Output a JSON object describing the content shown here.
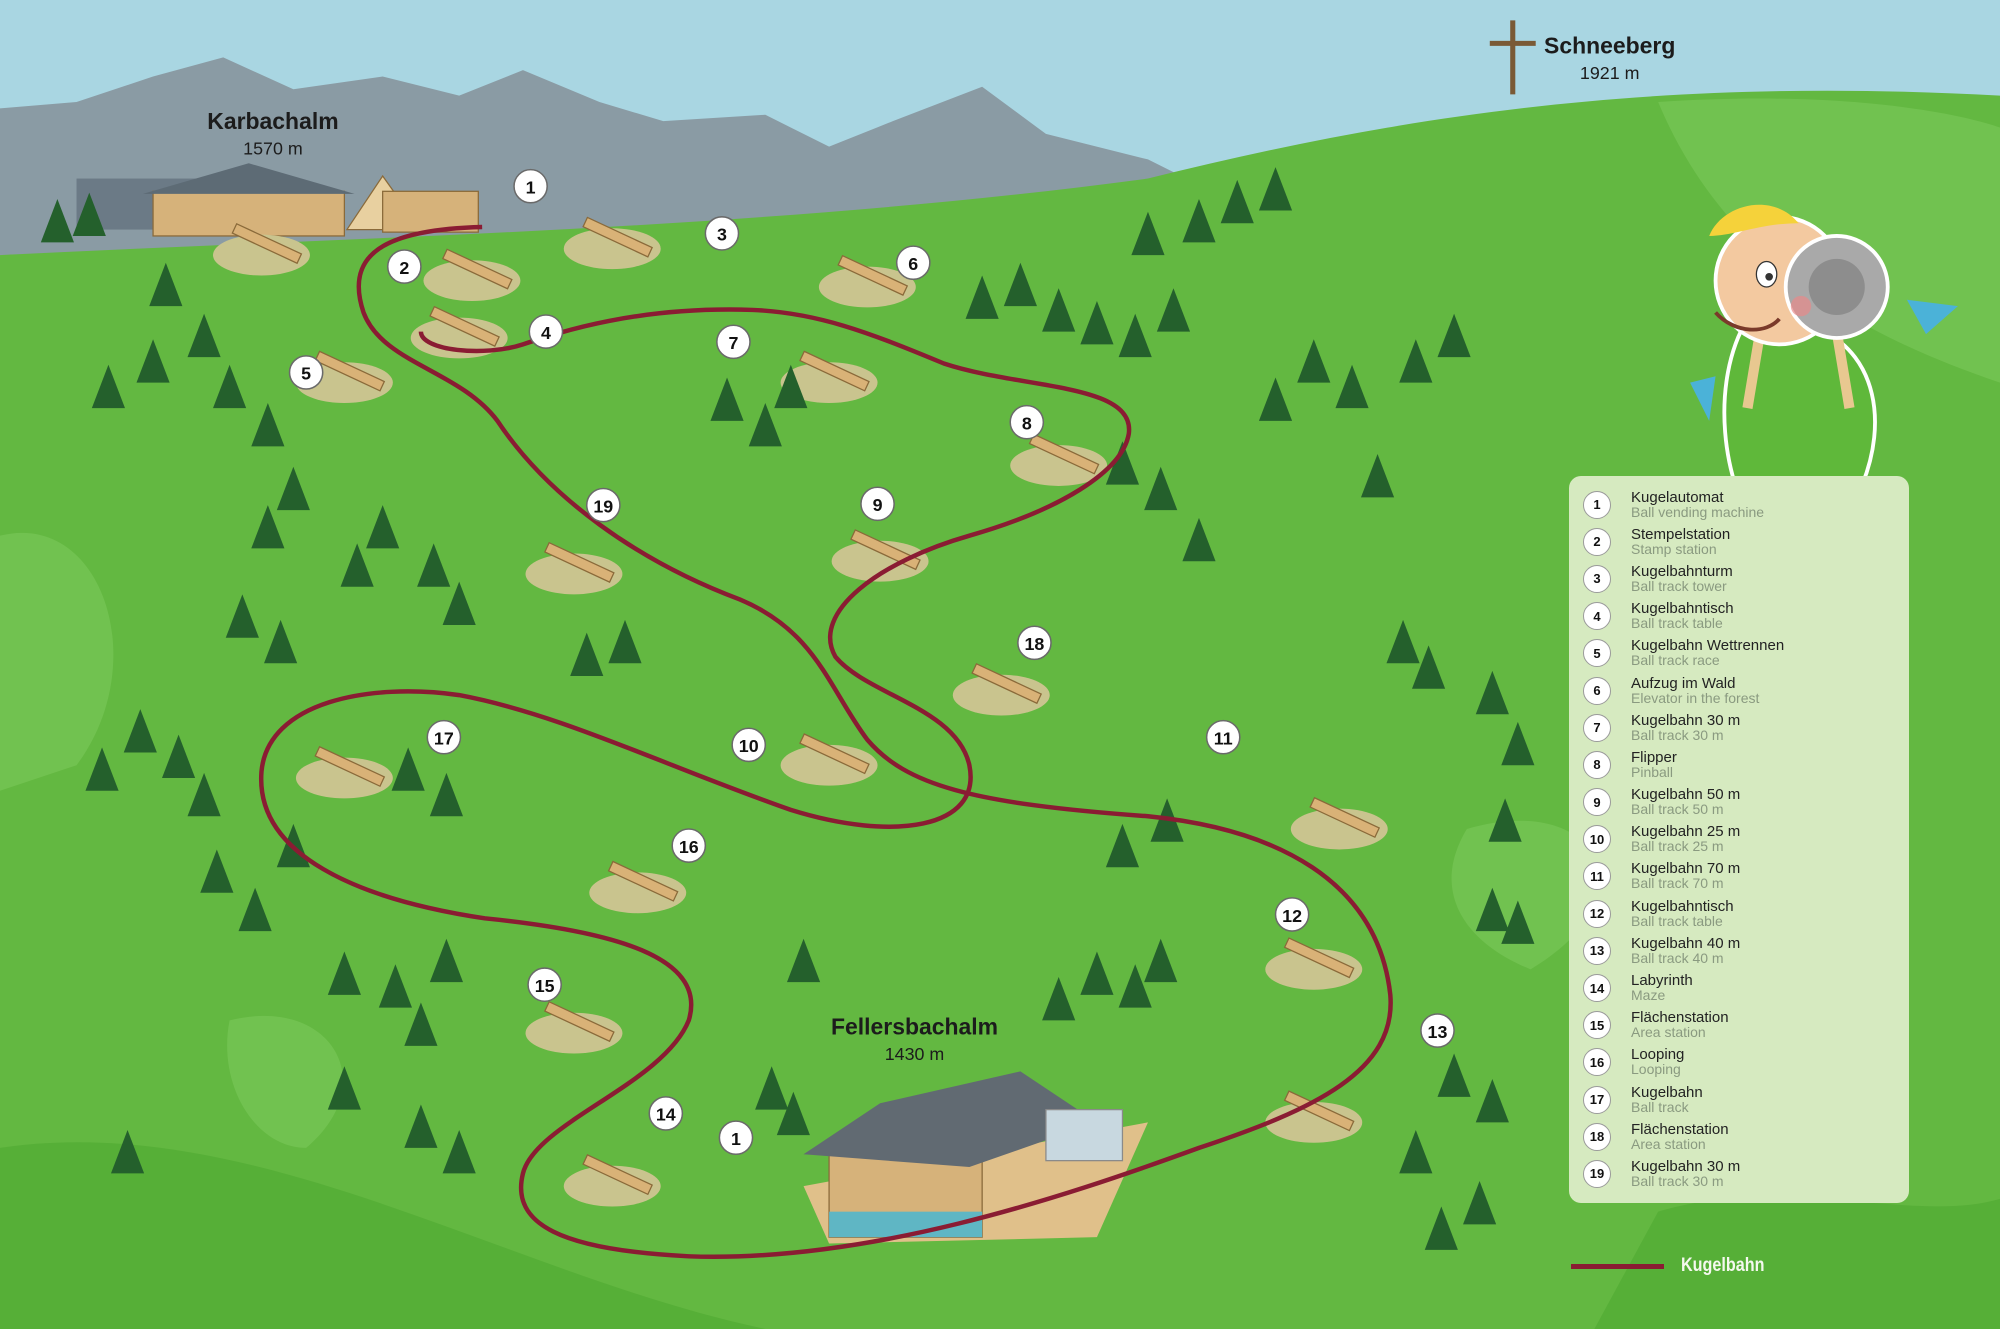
{
  "places": {
    "karbachalm": {
      "name": "Karbachalm",
      "elevation": "1570 m"
    },
    "schneeberg": {
      "name": "Schneeberg",
      "elevation": "1921 m"
    },
    "fellersbachalm": {
      "name": "Fellersbachalm",
      "elevation": "1430 m"
    }
  },
  "markers": [
    "1",
    "2",
    "3",
    "4",
    "5",
    "6",
    "7",
    "8",
    "9",
    "10",
    "11",
    "12",
    "13",
    "14",
    "15",
    "16",
    "17",
    "18",
    "19",
    "1"
  ],
  "legend": {
    "items": [
      {
        "num": "1",
        "de": "Kugelautomat",
        "en": "Ball vending machine"
      },
      {
        "num": "2",
        "de": "Stempelstation",
        "en": "Stamp station"
      },
      {
        "num": "3",
        "de": "Kugelbahnturm",
        "en": "Ball track tower"
      },
      {
        "num": "4",
        "de": "Kugelbahntisch",
        "en": "Ball track table"
      },
      {
        "num": "5",
        "de": "Kugelbahn Wettrennen",
        "en": "Ball track race"
      },
      {
        "num": "6",
        "de": "Aufzug im Wald",
        "en": "Elevator in the forest"
      },
      {
        "num": "7",
        "de": "Kugelbahn 30 m",
        "en": "Ball track 30 m"
      },
      {
        "num": "8",
        "de": "Flipper",
        "en": "Pinball"
      },
      {
        "num": "9",
        "de": "Kugelbahn 50 m",
        "en": "Ball track 50 m"
      },
      {
        "num": "10",
        "de": "Kugelbahn 25 m",
        "en": "Ball track 25 m"
      },
      {
        "num": "11",
        "de": "Kugelbahn 70 m",
        "en": "Ball track 70 m"
      },
      {
        "num": "12",
        "de": "Kugelbahntisch",
        "en": "Ball track table"
      },
      {
        "num": "13",
        "de": "Kugelbahn 40 m",
        "en": "Ball track 40 m"
      },
      {
        "num": "14",
        "de": "Labyrinth",
        "en": "Maze"
      },
      {
        "num": "15",
        "de": "Flächenstation",
        "en": "Area station"
      },
      {
        "num": "16",
        "de": "Looping",
        "en": "Looping"
      },
      {
        "num": "17",
        "de": "Kugelbahn",
        "en": "Ball track"
      },
      {
        "num": "18",
        "de": "Flächenstation",
        "en": "Area station"
      },
      {
        "num": "19",
        "de": "Kugelbahn 30 m",
        "en": "Ball track 30 m"
      }
    ],
    "line_label": "Kugelbahn"
  },
  "colors": {
    "track": "#8a1c33",
    "grass": "#5cb83a",
    "sky": "#a9d6e2",
    "mountains": "#8a9ba4"
  }
}
